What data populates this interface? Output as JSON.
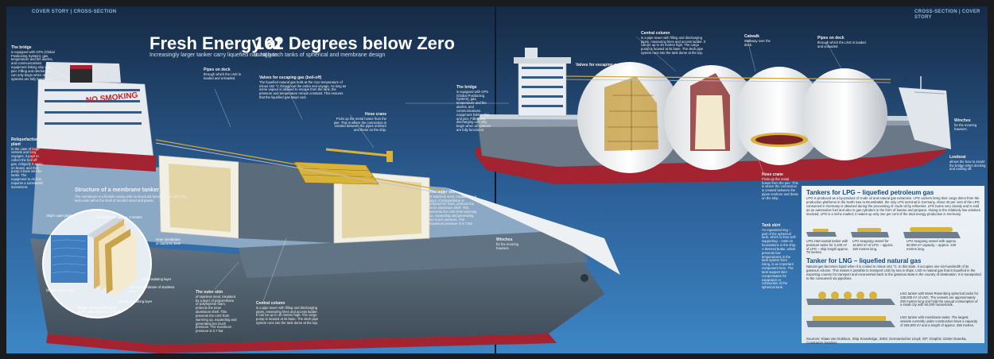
{
  "page": {
    "header_left": "COVER STORY | CROSS-SECTION",
    "header_right": "CROSS-SECTION | COVER STORY",
    "title_part1": "Fresh Energy at",
    "title_part2": "162 Degrees below Zero",
    "subtitle_part1": "Increasingly larger tanker carry liquefied natural gas",
    "subtitle_part2": "in high-tech tanks of spherical and membrane design",
    "hull_text": "NO SMOKING",
    "sources": "Sources: Klaas van Dokkum, Ship Knowledge, 2003; Germanischer Lloyd; GP; Graphic: Dieter Duneka, Constanze Sanders"
  },
  "callouts": {
    "bridge_left": {
      "title": "The bridge",
      "body": "is equipped with GPS (Global Positioning System), gas, temperature and fire alarms, and communications equipment linking ship and pier. Filling and discharging can only begin when all systems are fully functional."
    },
    "reliquefaction": {
      "title": "Reliquefaction plant",
      "body": "In the case of large vessels and long voyages, it pays to collect the boil-off gas, reliquefy it again on board, and then pump it back into the tanks. The equipment to do this requires a substantial investment."
    },
    "pipes_deck_left": {
      "title": "Pipes on deck",
      "body": "through which the LNG is loaded and unloaded."
    },
    "valves_left": {
      "title": "Valves for escaping gas (boil-off)",
      "body": "The liquefied natural gas boils at the cryo temperature of minus 162 °C throughout the entire sea voyage. As long as some vapour is allowed to escape from the tank, the pressure and temperature remain constant. This ensures that the liquefied gas stays cool."
    },
    "hose_crane_left": {
      "title": "Hose crane",
      "body": "Picks up the metal hoses from the pier. This is where the connection is created between the pipes onshore and those on the ship."
    },
    "outer_skin_left": {
      "title": "The outer skin",
      "body": "of stainless steel, insulated by a layer of polyurethane or polystyrene foam, protects the inner aluminium shell. This prevents the LNG from warming up, expanding and generating too much pressure. The maximum pressure is 0.7 bar."
    },
    "central_column_left": {
      "title": "Central column",
      "body": "is a pipe tower with filling and discharging pipes, measuring lines and access ladder. It can be up to 40 metres high. The cargo pump is located at its base. The deck pipe system runs into the tank dome at the top."
    },
    "central_column_right": {
      "title": "Central column",
      "body": "is a pipe tower with filling and discharging pipes, measuring lines and access ladder. It can be up to 40 metres high. The cargo pump is located at its base. The deck pipe system runs into the tank dome at the top."
    },
    "catwalk": {
      "title": "Catwalk",
      "body": "Walkway over the deck."
    },
    "pipes_deck_right": {
      "title": "Pipes on deck",
      "body": "through which the LNG is loaded and unloaded."
    },
    "valves_right": {
      "title": "Valves for escaping gas (boil-off)",
      "body": ""
    },
    "bridge_right": {
      "title": "The bridge",
      "body": "is equipped with GPS (Global Positioning System), gas, temperature and fire alarms, and communications equipment linking ship and pier. Filling and discharging can only begin when all systems are fully functional."
    },
    "winches_right": {
      "title": "Winches",
      "body": "for the mooring hawsers."
    },
    "lowboat": {
      "title": "Lowboat",
      "body": "allows the bow to assist the bridge when docking and casting off."
    },
    "hose_crane_right": {
      "title": "Hose crane",
      "body": "Picks up the metal hoses from the pier. This is where the connection is created between the pipes onshore and those on the ship."
    },
    "outer_skin_right": {
      "title": "The outer skin",
      "body": "of stainless steel, insulated by a layer of polyurethane or polystyrene foam, protects the inner aluminium shell. This prevents the LNG from warming up, expanding and generating too much pressure. The maximum pressure is 0.7 bar."
    },
    "tank_skirt": {
      "title": "Tank skirt",
      "body": "An equatorial ring – part of the spherical tank, which is thus self-supporting – rests on foundations in the ship. A thermal brake, which prevents low temperatures in the tank system from rising, is an important component here. The tank support skirt compensates for expansion or contraction of the spherical tank."
    },
    "winches_mid": {
      "title": "Winches",
      "body": "for the mooring hawsers."
    }
  },
  "membrane": {
    "title": "Structure of a membrane tanker",
    "intro": "The membrane is a flexible casing with no structural function of its own. The tank rests within the shell of bonded wood and plastic.",
    "labels": [
      "Ship's outer plating",
      "Half thickness approx. 2 meters",
      "Inner membrane of stainless steel",
      "First insulating layer",
      "Second membrane of stainless steel",
      "Second insulating layer",
      "Double hull of ship",
      "Ballast tanks are filled with water when the ship is empty"
    ]
  },
  "lpg": {
    "title": "Tankers for LPG – liquefied petroleum gas",
    "body": "LPG is produced as a by-product of crude oil and natural gas extraction. LPG carriers bring their cargo direct from the production platforms in the North Sea to Brunsbüttel, the only LPG terminal in Germany. About 40 per cent of the LPG consumed in Germany is obtained during the processing of crude oil by refineries. LPG burns very cleanly and is sold as an automotive fuel and also in gas cylinders in the form of butane and propane. Owing to the relatively low volumes involved, LPG is a niche market; it makes up only one per cent of the total energy production in Germany.",
    "ships": [
      "LPG intercoastal tanker with pressure tanks for 3,200 m³ of LPG – ship length approx. 78 metres.",
      "LPG seagoing vessel for 16,500 m³ of LPG – approx. 150 metres long.",
      "LPG seagoing vessel with approx. 80,000 m³ capacity – approx. 220 metres long."
    ]
  },
  "lng": {
    "title": "Tanker for LNG – liquefied natural gas",
    "body": "Natural gas becomes liquid when it is cooled to minus 162 °C. In this state, it occupies one six-hundredth of its gaseous volume. This makes it possible to transport LNG by sea in ships. LNG is natural gas that is liquefied in the exporting country for transport and reconverted back to the gaseous state in the country of destination. It is transported to the consumers via pipelines.",
    "ships": [
      "LNG tanker with Moss-Rosenberg spherical tanks for 138,000 m³ of LNG. The vessels are approximately 290 metres long and hold the annual consumption of a small city with 50,000 households.",
      "LNG tanker with membrane tanks. The largest vessels currently under construction have a capacity of 265,000 m³ and a length of approx. 350 metres."
    ]
  },
  "colors": {
    "bg_top": "#18324f",
    "bg_bottom": "#3a7fbe",
    "hull_red": "#a32330",
    "hull_grey": "#5f6f7d",
    "deck_blue": "#8aa7c4",
    "info_panel": "#e7edf3",
    "accent_title": "#164a7a"
  }
}
